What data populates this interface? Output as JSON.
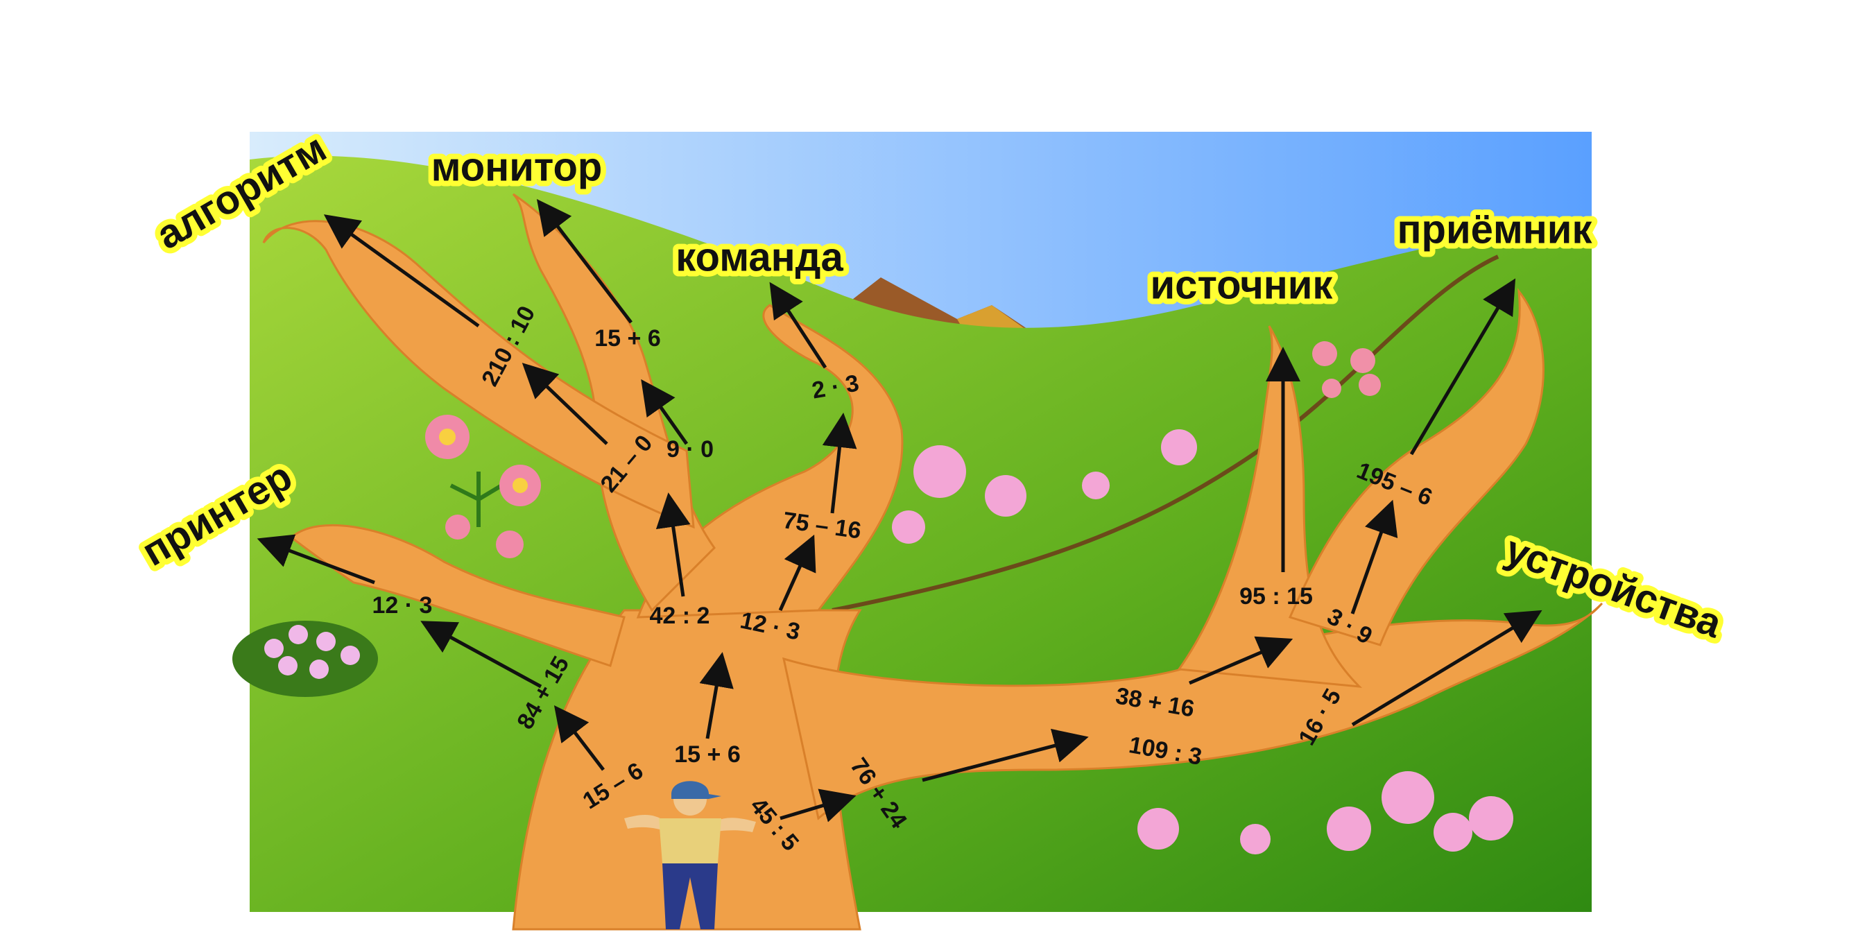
{
  "words": {
    "algorithm": "алгоритм",
    "monitor": "монитор",
    "command": "команда",
    "printer": "принтер",
    "source": "источник",
    "receiver": "приёмник",
    "devices": "устройства"
  },
  "expressions": {
    "e_210_10": "210 : 10",
    "e_15_6_top": "15 + 6",
    "e_2_3": "2 · 3",
    "e_21_0": "21 – 0",
    "e_9_0": "9 · 0",
    "e_75_16": "75 – 16",
    "e_12_3_left": "12 · 3",
    "e_42_2": "42 : 2",
    "e_12_3_mid": "12 · 3",
    "e_84_15": "84 + 15",
    "e_15_6_mid": "15 + 6",
    "e_15_6_low": "15 – 6",
    "e_45_5": "45 : 5",
    "e_76_24": "76 + 24",
    "e_38_16": "38 + 16",
    "e_109_3": "109 : 3",
    "e_95_15": "95 : 15",
    "e_3_9": "3 · 9",
    "e_195_6": "195 – 6",
    "e_16_5": "16 · 5"
  },
  "colors": {
    "sky_top": "#cfe6fb",
    "sky_right": "#5aa0ff",
    "grass_light": "#9ad43a",
    "grass_dark": "#2f8a12",
    "trunk": "#f0a048",
    "label_highlight": "#ffff33"
  }
}
